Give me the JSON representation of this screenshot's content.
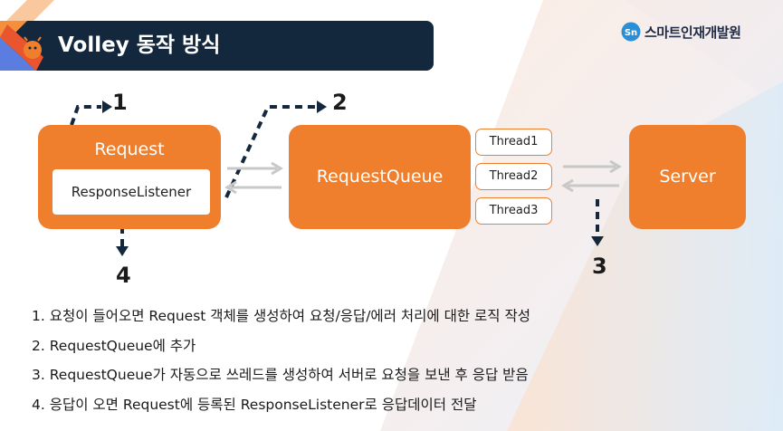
{
  "header": {
    "title": "Volley 동작 방식",
    "brand": "스마트인재개발원"
  },
  "diagram": {
    "request_label": "Request",
    "listener_label": "ResponseListener",
    "queue_label": "RequestQueue",
    "server_label": "Server",
    "threads": [
      "Thread1",
      "Thread2",
      "Thread3"
    ],
    "step_numbers": [
      "1",
      "2",
      "3",
      "4"
    ]
  },
  "steps": [
    "1. 요청이 들어오면 Request 객체를 생성하여 요청/응답/에러 처리에 대한 로직 작성",
    "2. RequestQueue에 추가",
    "3. RequestQueue가 자동으로 쓰레드를 생성하여 서버로 요청을 보낸 후 응답 받음",
    "4. 응답이 오면 Request에 등록된 ResponseListener로 응답데이터 전달"
  ],
  "colors": {
    "accent": "#f07f2d",
    "title_bg": "#14283d",
    "arrow_gray": "#c8c8c8",
    "arrow_dark": "#14283d"
  }
}
